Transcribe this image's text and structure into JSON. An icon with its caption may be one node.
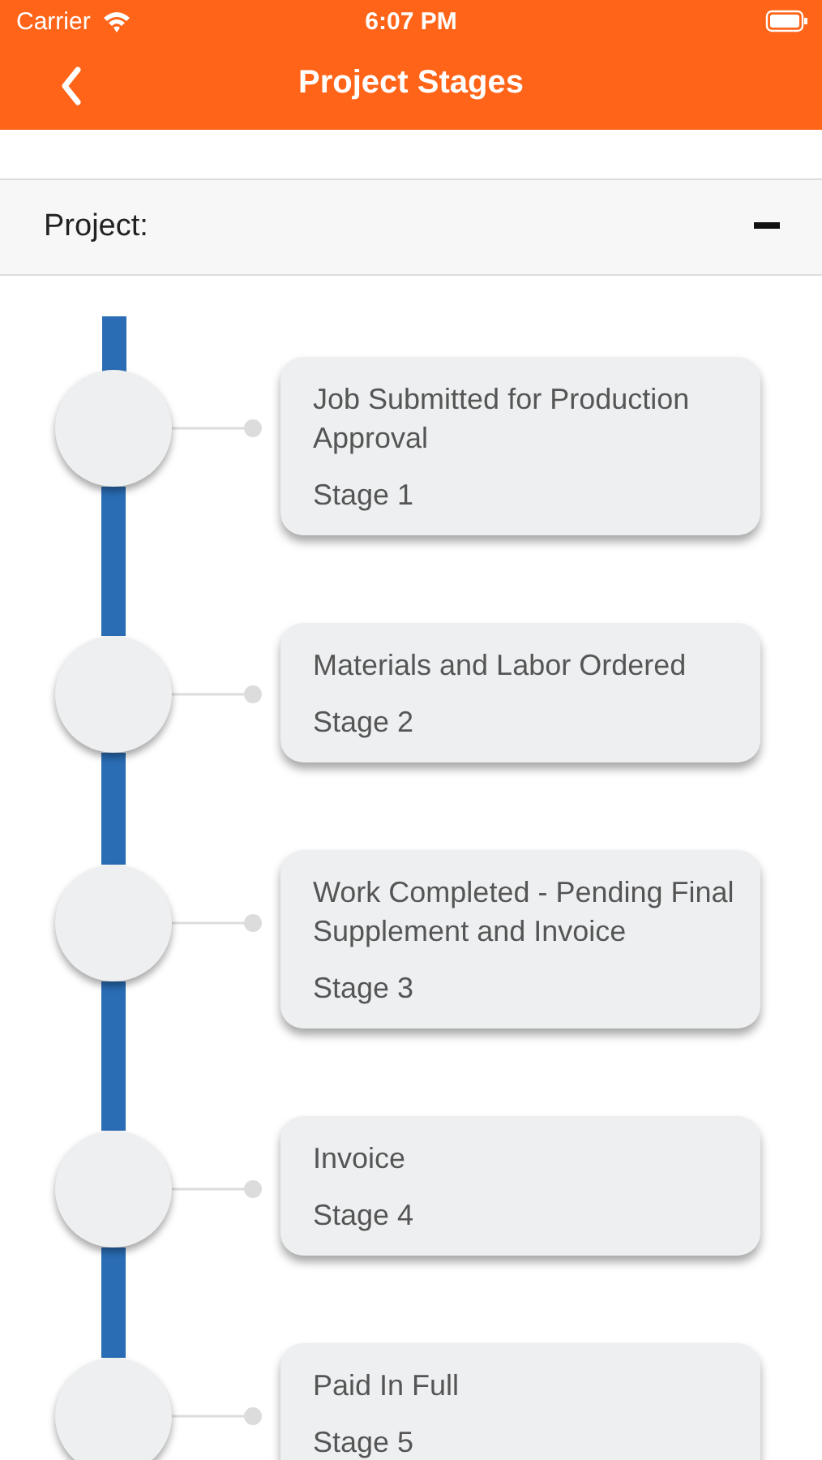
{
  "diagram": {
    "title": "Project Stages",
    "nodes": [
      {
        "text": [],
        "shape": "circle"
      },
      {
        "text": [
          "Job Submitted for Production Approval",
          "Stage 1"
        ]
      },
      {
        "text": [],
        "shape": "circle"
      },
      {
        "text": [
          "Materials and Labor Ordered",
          "Stage 2"
        ]
      },
      {
        "text": [],
        "shape": "circle"
      },
      {
        "text": [
          "Work Completed - Pending Final Supplement and Invoice",
          "Stage 3"
        ]
      },
      {
        "text": [],
        "shape": "circle"
      },
      {
        "text": [
          "Invoice",
          "Stage 4"
        ]
      },
      {
        "text": [],
        "shape": "circle"
      },
      {
        "text": [
          "Paid In Full",
          "Stage 5"
        ]
      }
    ],
    "edges": [
      {
        "from": 0,
        "to": 1,
        "arrow": "other"
      },
      {
        "from": 2,
        "to": 3,
        "arrow": "other"
      },
      {
        "from": 4,
        "to": 5,
        "arrow": "other"
      },
      {
        "from": 6,
        "to": 7,
        "arrow": "other"
      },
      {
        "from": 8,
        "to": 9,
        "arrow": "other"
      },
      {
        "from": 0,
        "to": 2,
        "arrow": "none",
        "style": "thick",
        "color": "#2a6db5"
      },
      {
        "from": 2,
        "to": 4,
        "arrow": "none",
        "style": "thick",
        "color": "#2a6db5"
      },
      {
        "from": 4,
        "to": 6,
        "arrow": "none",
        "style": "thick",
        "color": "#2a6db5"
      },
      {
        "from": 6,
        "to": 8,
        "arrow": "none",
        "style": "thick",
        "color": "#2a6db5"
      }
    ],
    "labels": [
      "Carrier",
      "6:07 PM",
      "Project:"
    ]
  }
}
